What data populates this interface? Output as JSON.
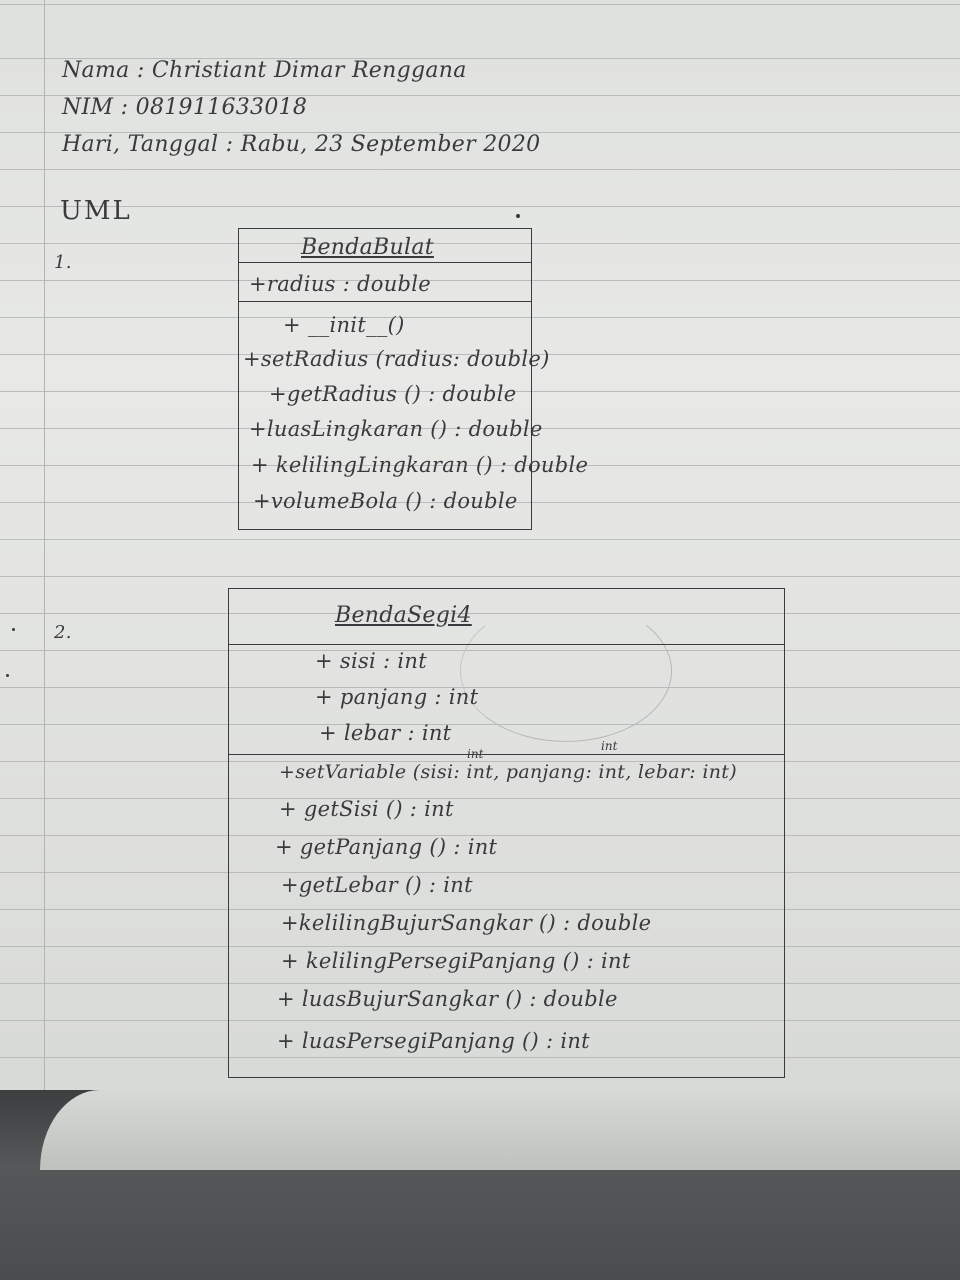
{
  "header": {
    "nama": "Nama : Christiant Dimar Renggana",
    "nim": "NIM : 081911633018",
    "tanggal": "Hari, Tanggal : Rabu, 23 September 2020"
  },
  "section_title": "UML",
  "diagram1": {
    "number": "1.",
    "class_name": "BendaBulat",
    "attributes": [
      "+radius : double"
    ],
    "methods": [
      "+ __init__()",
      "+setRadius (radius: double)",
      "+getRadius () : double",
      "+luasLingkaran () : double",
      "+ kelilingLingkaran () : double",
      "+volumeBola () : double"
    ]
  },
  "diagram2": {
    "number": "2.",
    "class_name": "BendaSegi4",
    "attributes": [
      "+ sisi : int",
      "+ panjang : int",
      "+ lebar : int"
    ],
    "methods": [
      "+setVariable (sisi: int, panjang: int, lebar: int)",
      "+ getSisi () : int",
      "+ getPanjang () : int",
      "+getLebar () : int",
      "+kelilingBujurSangkar () : double",
      "+ kelilingPersegiPanjang () : int",
      "+ luasBujurSangkar () : double",
      "+ luasPersegiPanjang () : int"
    ],
    "corrections": [
      "int",
      "int"
    ]
  }
}
